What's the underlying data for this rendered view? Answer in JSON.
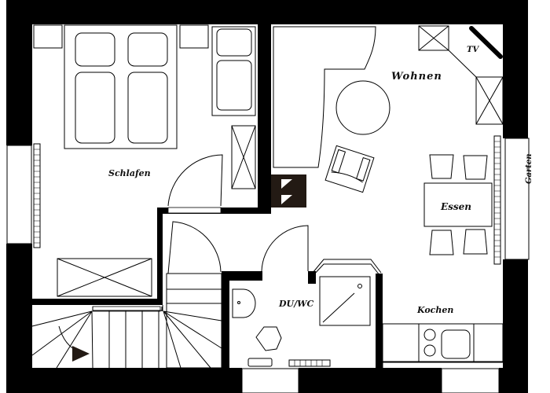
{
  "diagram": {
    "type": "floor_plan",
    "rooms": {
      "schlafen": {
        "label": "Schlafen"
      },
      "wohnen": {
        "label": "Wohnen"
      },
      "tv": {
        "label": "TV"
      },
      "essen": {
        "label": "Essen"
      },
      "duwc": {
        "label": "DU/WC"
      },
      "kochen": {
        "label": "Kochen"
      },
      "garten": {
        "label": "Garten"
      }
    },
    "colors": {
      "wall": "#000000",
      "wall_dark": "#231a14",
      "line": "#111111",
      "floor": "#ffffff"
    }
  }
}
